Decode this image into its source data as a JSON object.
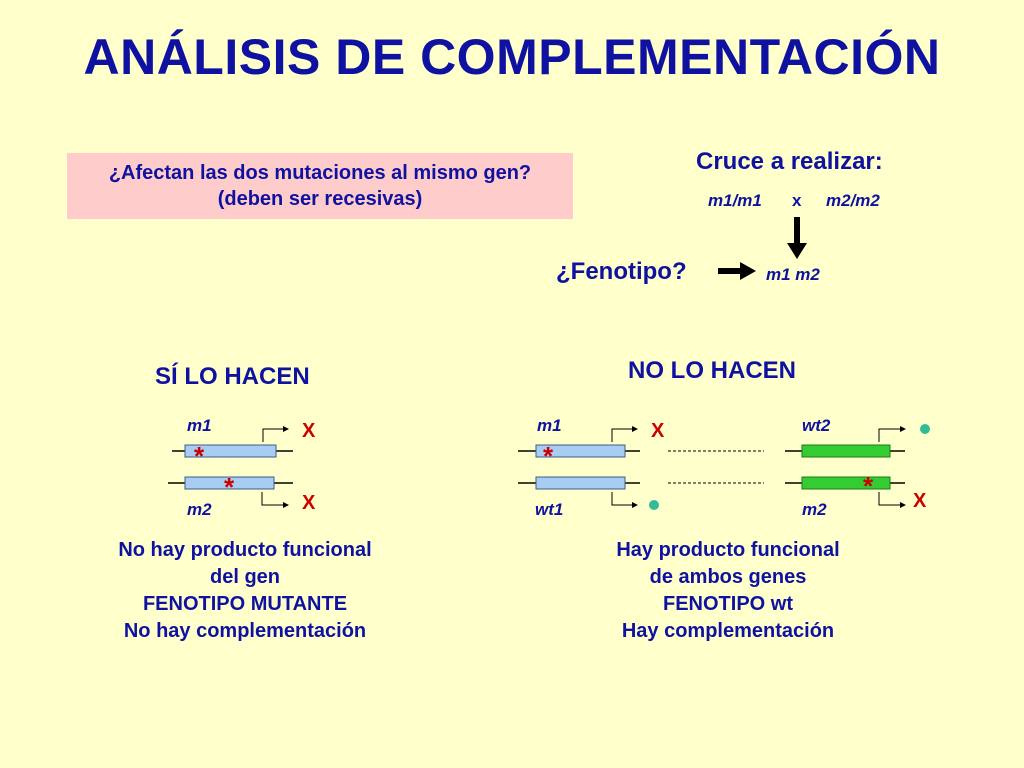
{
  "title": "ANÁLISIS DE COMPLEMENTACIÓN",
  "question": {
    "line1": "¿Afectan las dos mutaciones al mismo gen?",
    "line2": "(deben ser recesivas)"
  },
  "cross": {
    "title": "Cruce a realizar:",
    "parent1": "m1/m1",
    "x": "x",
    "parent2": "m2/m2",
    "offspring": "m1 m2",
    "phenotype_question": "¿Fenotipo?"
  },
  "left_case": {
    "heading": "SÍ LO HACEN",
    "gene_top": "m1",
    "gene_bottom": "m2",
    "mark_top": "X",
    "mark_bottom": "X",
    "star": "*",
    "conclusion": [
      "No hay producto funcional",
      "del gen",
      "FENOTIPO MUTANTE",
      "No hay complementación"
    ]
  },
  "right_case": {
    "heading": "NO LO HACEN",
    "gene1_top": "m1",
    "gene1_bottom": "wt1",
    "gene2_top": "wt2",
    "gene2_bottom": "m2",
    "mark_x": "X",
    "star": "*",
    "conclusion": [
      "Hay producto funcional",
      "de ambos genes",
      "FENOTIPO wt",
      "Hay complementación"
    ]
  },
  "colors": {
    "background": "#ffffcc",
    "text_blue": "#0f12a0",
    "mutation_red": "#cc0000",
    "gene_blue": "#a9cdf2",
    "gene_green": "#33cc33",
    "product_dot": "#33bb99",
    "question_box": "#ffcccc"
  }
}
